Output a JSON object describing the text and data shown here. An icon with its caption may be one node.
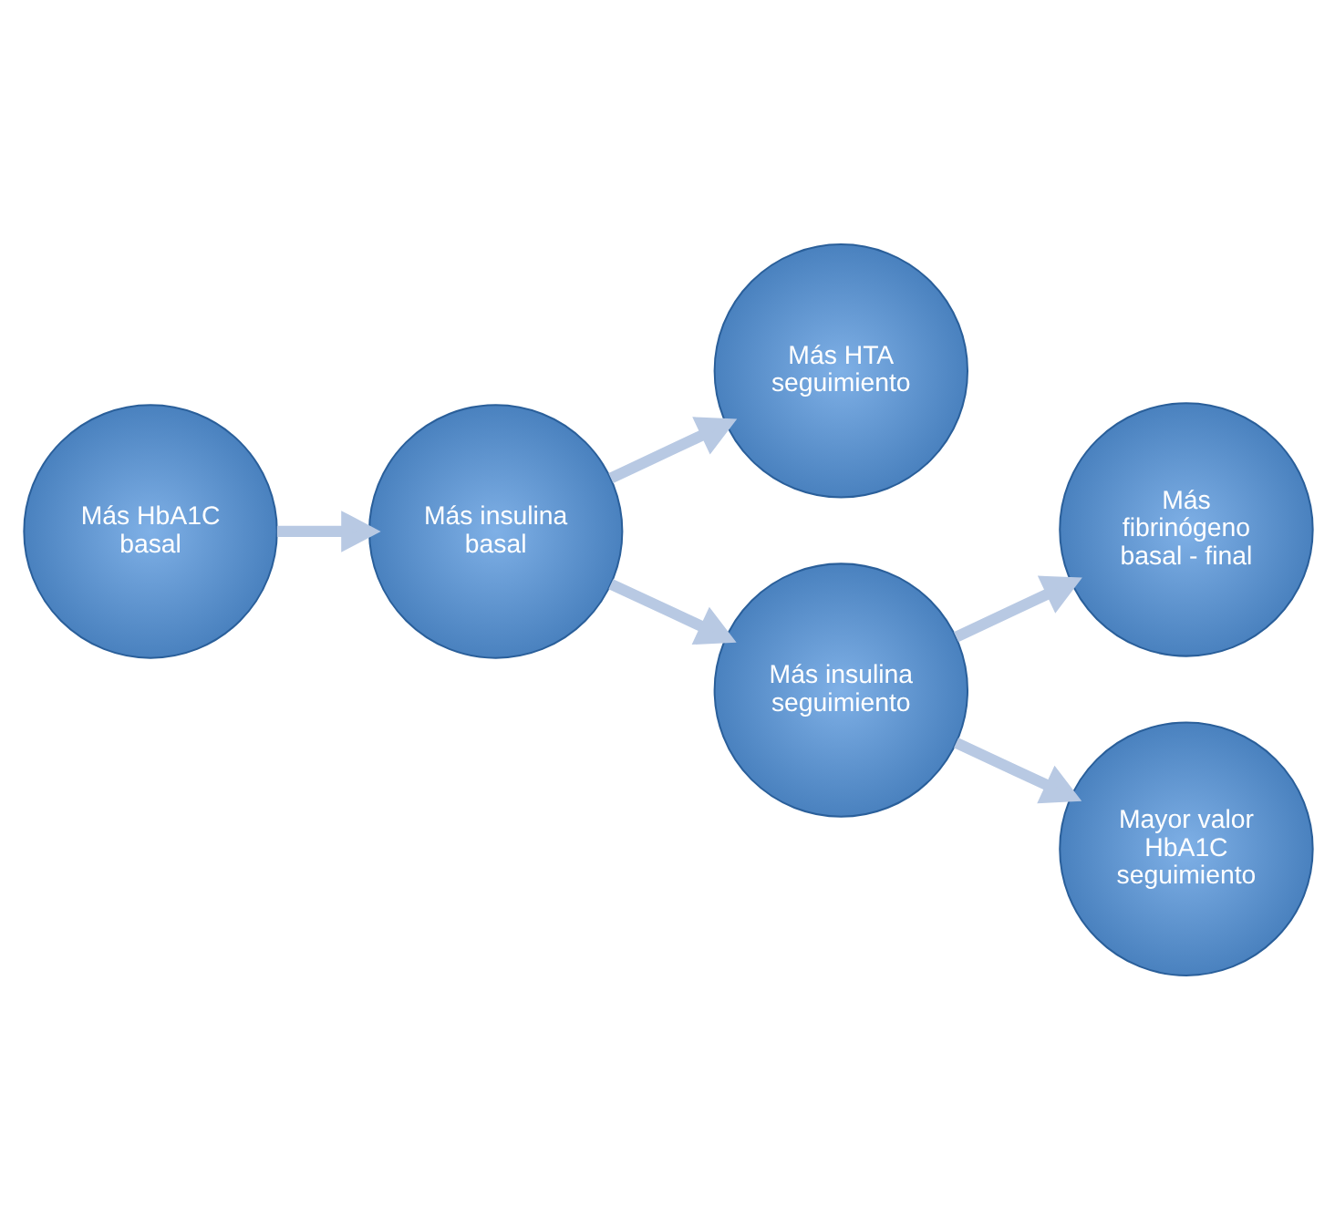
{
  "diagram": {
    "nodes": [
      {
        "text": [
          "Más HbA1C basal"
        ]
      },
      {
        "text": [
          "Más insulina basal"
        ]
      },
      {
        "text": [
          "Más HTA seguimiento"
        ]
      },
      {
        "text": [
          "Más fibrinógeno basal - final"
        ]
      },
      {
        "text": [
          "Más insulina seguimiento"
        ]
      },
      {
        "text": [
          "Mayor valor HbA1C seguimiento"
        ]
      }
    ],
    "edges": [
      {
        "from": 0,
        "to": 1,
        "arrow": "to"
      },
      {
        "from": 1,
        "to": 2,
        "arrow": "to"
      },
      {
        "from": 1,
        "to": 4,
        "arrow": "to"
      },
      {
        "from": 4,
        "to": 3,
        "arrow": "to"
      },
      {
        "from": 4,
        "to": 5,
        "arrow": "to"
      }
    ]
  }
}
